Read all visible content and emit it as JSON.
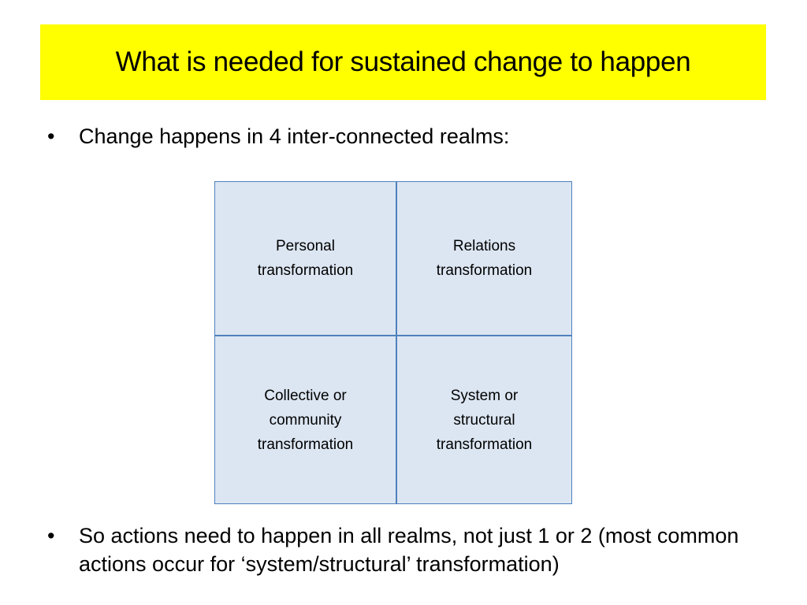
{
  "title": "What is needed for sustained change to happen",
  "bullets": [
    "Change happens in 4 inter-connected realms:",
    "So actions need to happen in all realms, not just 1 or 2 (most common actions occur for ‘system/structural’ transformation)"
  ],
  "realms": [
    "Personal\ntransformation",
    "Relations\ntransformation",
    "Collective or\ncommunity\ntransformation",
    "System or\nstructural\ntransformation"
  ],
  "colors": {
    "title_bg": "#ffff00",
    "cell_fill": "#dce6f2",
    "cell_border": "#4f81bd"
  }
}
